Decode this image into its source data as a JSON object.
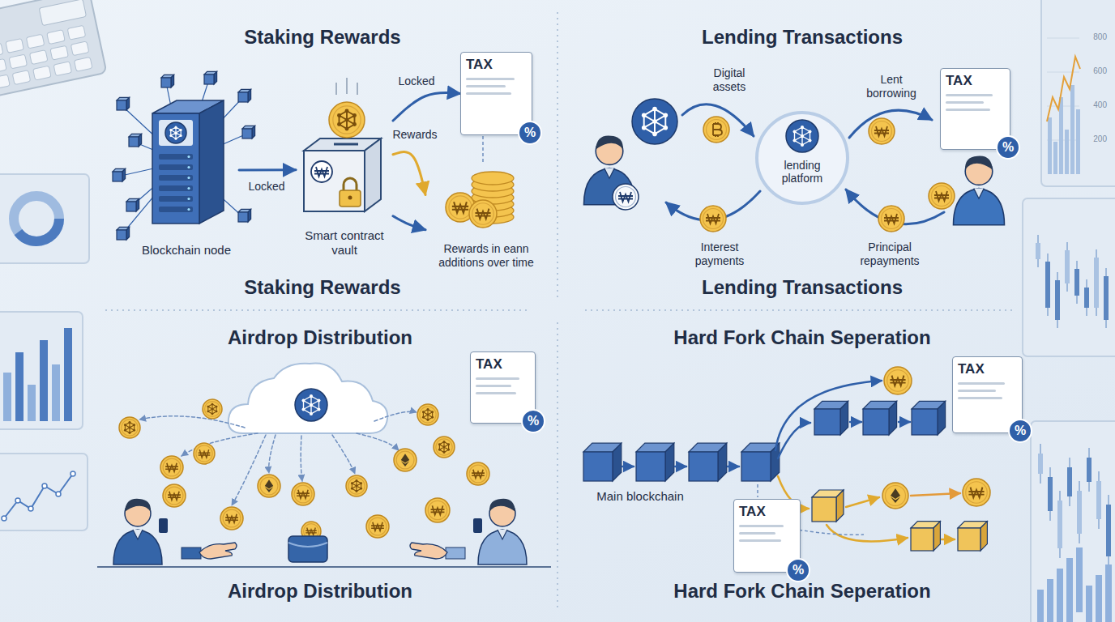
{
  "diagram": {
    "nodes": [
      {
        "text": [
          "Blockchain node"
        ]
      },
      {
        "text": [
          "Smart contract vault"
        ]
      },
      {
        "text": [
          "TAX",
          "%"
        ]
      },
      {
        "text": [
          "Rewards in eann additions over time"
        ]
      },
      {
        "text": [
          "lending platform"
        ]
      },
      {
        "text": [
          "TAX",
          "%"
        ]
      },
      {
        "text": [
          "TAX",
          "%"
        ]
      },
      {
        "text": [
          "TAX",
          "%"
        ]
      },
      {
        "text": [
          "TAX",
          "%"
        ]
      }
    ],
    "edges": [
      {
        "from": 0,
        "to": 1,
        "label": "Locked",
        "arrow": "to"
      },
      {
        "from": 1,
        "to": 2,
        "label": "Locked",
        "arrow": "to"
      },
      {
        "from": 1,
        "to": 3,
        "label": "Rewards",
        "arrow": "to"
      },
      {
        "from": 1,
        "to": 3,
        "arrow": "to"
      }
    ],
    "labels": [
      "Staking Rewards",
      "Lending Transactions",
      "Digital assets",
      "Lent borrowing",
      "Interest payments",
      "Principal repayments",
      "Staking Rewards",
      "Lending Transactions",
      "Airdrop Distribution",
      "Hard Fork Chain Seperation",
      "Main blockchain",
      "Airdrop Distribution",
      "Hard Fork Chain Seperation",
      "800",
      "600",
      "400",
      "200"
    ]
  }
}
